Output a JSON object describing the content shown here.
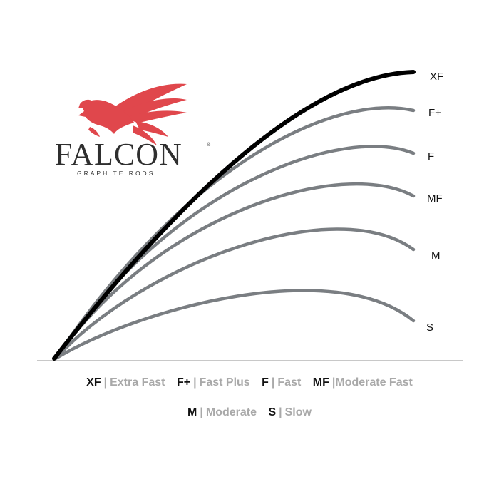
{
  "logo": {
    "brand": "FALCON",
    "registered": "®",
    "tagline": "GRAPHITE RODS"
  },
  "curves": [
    {
      "code": "XF",
      "color": "#000000"
    },
    {
      "code": "F+",
      "color": "#7a7e82"
    },
    {
      "code": "F",
      "color": "#7a7e82"
    },
    {
      "code": "MF",
      "color": "#7a7e82"
    },
    {
      "code": "M",
      "color": "#7a7e82"
    },
    {
      "code": "S",
      "color": "#7a7e82"
    }
  ],
  "legend": {
    "row1": [
      {
        "code": "XF",
        "sep": "|",
        "desc": "Extra Fast"
      },
      {
        "code": "F+",
        "sep": "|",
        "desc": "Fast Plus"
      },
      {
        "code": "F",
        "sep": "|",
        "desc": "Fast"
      },
      {
        "code": "MF",
        "sep": "|",
        "desc": "Moderate Fast"
      }
    ],
    "row2": [
      {
        "code": "M",
        "sep": "|",
        "desc": "Moderate"
      },
      {
        "code": "S",
        "sep": "|",
        "desc": "Slow"
      }
    ]
  },
  "colors": {
    "brand_red": "#e0474c",
    "curve_black": "#000000",
    "curve_gray": "#7a7e82",
    "baseline": "#c8c8c8",
    "legend_desc": "#a9a9a9"
  }
}
